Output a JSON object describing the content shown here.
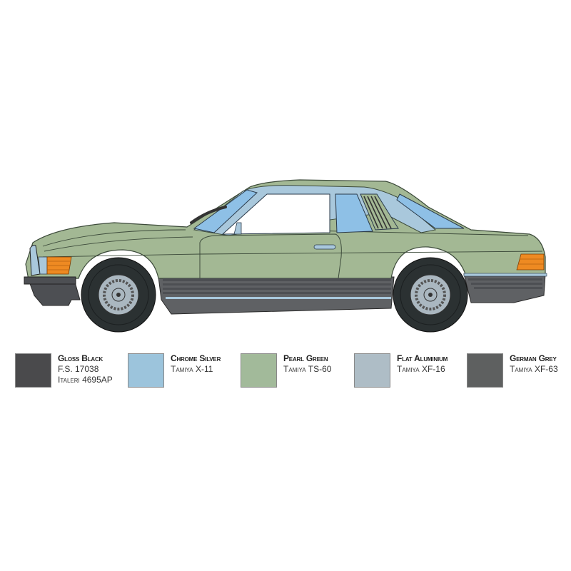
{
  "illustration": {
    "subject": "car-side-profile",
    "colors": {
      "body": "#a3b894",
      "body_line": "#3c4a3a",
      "glass": "#8ec0e6",
      "trim_light": "#a9c8dc",
      "sill_dark": "#4d4f53",
      "sill_mid": "#5f6164",
      "tyre": "#2b3132",
      "wheel": "#aab7c0",
      "indicator": "#ee8a22"
    }
  },
  "legend": {
    "items": [
      {
        "name": "Gloss Black",
        "refs": [
          "F.S. 17038",
          "Italeri 4695AP"
        ],
        "color": "#4a4a4c"
      },
      {
        "name": "Chrome Silver",
        "refs": [
          "Tamiya X-11"
        ],
        "color": "#9cc4dc"
      },
      {
        "name": "Pearl Green",
        "refs": [
          "Tamiya TS-60"
        ],
        "color": "#a2ba9a"
      },
      {
        "name": "Flat Aluminium",
        "refs": [
          "Tamiya XF-16"
        ],
        "color": "#aebdc6"
      },
      {
        "name": "German Grey",
        "refs": [
          "Tamiya XF-63"
        ],
        "color": "#5e6060"
      }
    ]
  }
}
